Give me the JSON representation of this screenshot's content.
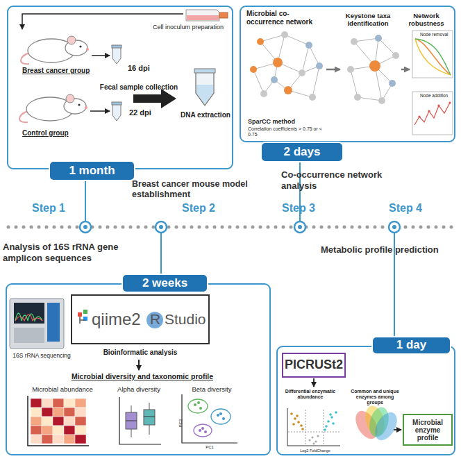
{
  "diagram": {
    "nodes": [
      {
        "text": [
          "Cell inoculum preparation",
          "Breast cancer group",
          "Control group",
          "16 dpi",
          "22 dpi",
          "Fecal sample collection",
          "DNA extraction"
        ]
      },
      {
        "text": [
          "1 month"
        ]
      },
      {
        "text": [
          "Microbial co-occurrence network",
          "Keystone taxa identification",
          "Network robustness",
          "SparCC method",
          "Correlation coefficients > 0.75 or < 0.75",
          "Node removal",
          "Node addition"
        ]
      },
      {
        "text": [
          "2 days"
        ]
      },
      {
        "text": [
          "16S rRNA sequencing",
          "Bioinformatic analysis",
          "Microbial diversity and taxonomic profile",
          "Microbial abundance",
          "Alpha diversity",
          "Beta diversity",
          "PC1",
          "PC2"
        ]
      },
      {
        "text": [
          "qiime2",
          "R Studio"
        ],
        "in": 4
      },
      {
        "text": [
          "2 weeks"
        ]
      },
      {
        "text": [
          "Differential enzymatic abundance",
          "Common and unique enzymes among groups",
          "Log2 FoldChange"
        ]
      },
      {
        "text": [
          "PICRUSt2"
        ],
        "in": 7
      },
      {
        "text": [
          "Microbial enzyme profile"
        ],
        "in": 7
      },
      {
        "text": [
          "1 day"
        ]
      }
    ],
    "labels": [
      "Breast cancer mouse model establishment",
      "Co-occurrence network analysis",
      "Step 1",
      "Step 2",
      "Step 3",
      "Step 4",
      "Analysis of 16S rRNA gene amplicon sequences",
      "Metabolic profile prediction"
    ]
  }
}
